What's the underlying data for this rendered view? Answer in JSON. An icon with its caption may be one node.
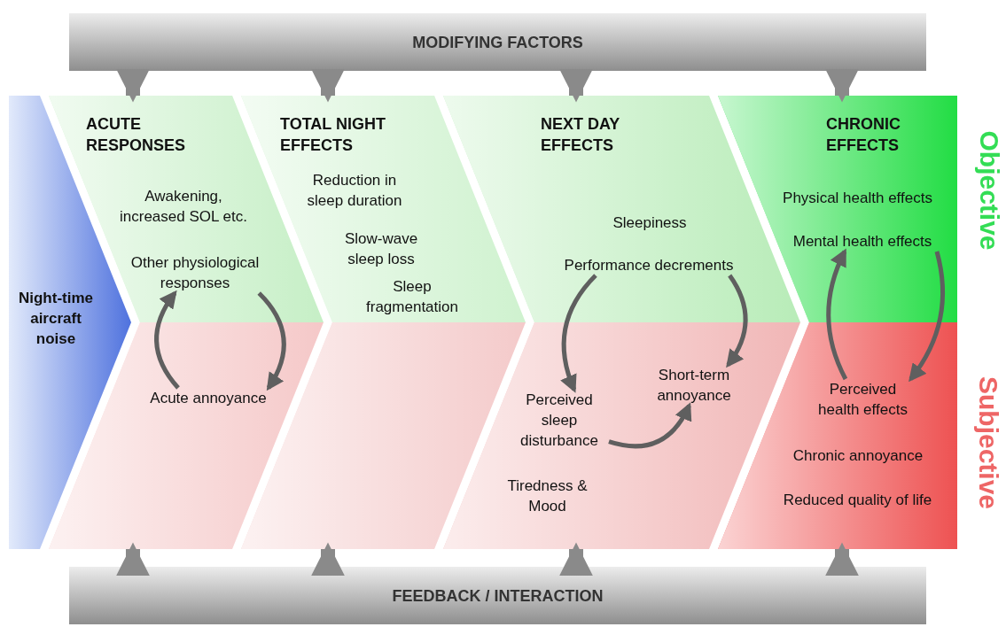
{
  "diagram": {
    "nodes": [
      {
        "text": [
          "MODIFYING FACTORS"
        ]
      },
      {
        "text": [
          "Night-time aircraft noise"
        ]
      },
      {
        "text": [
          "ACUTE RESPONSES"
        ]
      },
      {
        "text": [
          "Awakening, increased SOL etc."
        ],
        "in": 2
      },
      {
        "text": [
          "Other physiological responses"
        ],
        "in": 2
      },
      {
        "text": [
          "Acute annoyance"
        ],
        "in": 2
      },
      {
        "text": [
          "TOTAL NIGHT EFFECTS"
        ]
      },
      {
        "text": [
          "Reduction in sleep duration"
        ],
        "in": 6
      },
      {
        "text": [
          "Slow-wave sleep loss"
        ],
        "in": 6
      },
      {
        "text": [
          "Sleep fragmentation"
        ],
        "in": 6
      },
      {
        "text": [
          "NEXT DAY EFFECTS"
        ]
      },
      {
        "text": [
          "Sleepiness"
        ],
        "in": 10
      },
      {
        "text": [
          "Performance decrements"
        ],
        "in": 10
      },
      {
        "text": [
          "Short-term annoyance"
        ],
        "in": 10
      },
      {
        "text": [
          "Perceived sleep disturbance"
        ],
        "in": 10
      },
      {
        "text": [
          "Tiredness & Mood"
        ],
        "in": 10
      },
      {
        "text": [
          "CHRONIC EFFECTS"
        ]
      },
      {
        "text": [
          "Physical health effects"
        ],
        "in": 16
      },
      {
        "text": [
          "Mental health effects"
        ],
        "in": 16
      },
      {
        "text": [
          "Perceived health effects"
        ],
        "in": 16
      },
      {
        "text": [
          "Chronic annoyance"
        ],
        "in": 16
      },
      {
        "text": [
          "Reduced quality of life"
        ],
        "in": 16
      },
      {
        "text": [
          "FEEDBACK / INTERACTION"
        ]
      }
    ],
    "edges": [
      {
        "from": 0,
        "to": 2,
        "arrow": "to"
      },
      {
        "from": 0,
        "to": 6,
        "arrow": "to"
      },
      {
        "from": 0,
        "to": 10,
        "arrow": "to"
      },
      {
        "from": 0,
        "to": 16,
        "arrow": "to"
      },
      {
        "from": 5,
        "to": 4,
        "arrow": "to"
      },
      {
        "from": 4,
        "to": 5,
        "arrow": "to"
      },
      {
        "from": 12,
        "to": 14,
        "arrow": "to"
      },
      {
        "from": 12,
        "to": 13,
        "arrow": "to"
      },
      {
        "from": 14,
        "to": 13,
        "arrow": "to"
      },
      {
        "from": 19,
        "to": 18,
        "arrow": "to"
      },
      {
        "from": 18,
        "to": 19,
        "arrow": "to"
      },
      {
        "from": 22,
        "to": 2,
        "arrow": "to"
      },
      {
        "from": 22,
        "to": 6,
        "arrow": "to"
      },
      {
        "from": 22,
        "to": 10,
        "arrow": "to"
      },
      {
        "from": 22,
        "to": 16,
        "arrow": "to"
      }
    ],
    "labels": [
      "Objective",
      "Subjective"
    ]
  }
}
